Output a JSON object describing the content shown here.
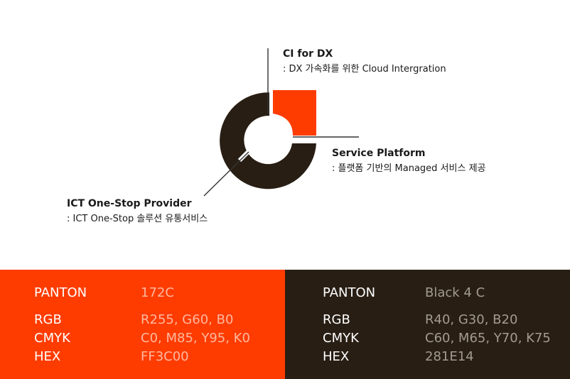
{
  "logo": {
    "colors": {
      "orange": "#FF3C00",
      "dark": "#281E14",
      "line": "#444444"
    },
    "labels": [
      {
        "title": "CI for DX",
        "desc": ": DX 가속화를 위한 Cloud Intergration"
      },
      {
        "title": "Service Platform",
        "desc": ": 플랫폼 기반의 Managed 서비스 제공"
      },
      {
        "title": "ICT One-Stop Provider",
        "desc": ": ICT One-Stop 솔루션 유통서비스"
      }
    ]
  },
  "swatches": [
    {
      "color": "#FF3C00",
      "rows": [
        {
          "key": "PANTON",
          "value": "172C"
        },
        {
          "key": "RGB",
          "value": "R255, G60, B0"
        },
        {
          "key": "CMYK",
          "value": "C0, M85, Y95, K0"
        },
        {
          "key": "HEX",
          "value": "FF3C00"
        }
      ]
    },
    {
      "color": "#281E14",
      "rows": [
        {
          "key": "PANTON",
          "value": "Black 4 C"
        },
        {
          "key": "RGB",
          "value": "R40, G30, B20"
        },
        {
          "key": "CMYK",
          "value": "C60, M65, Y70, K75"
        },
        {
          "key": "HEX",
          "value": "281E14"
        }
      ]
    }
  ]
}
